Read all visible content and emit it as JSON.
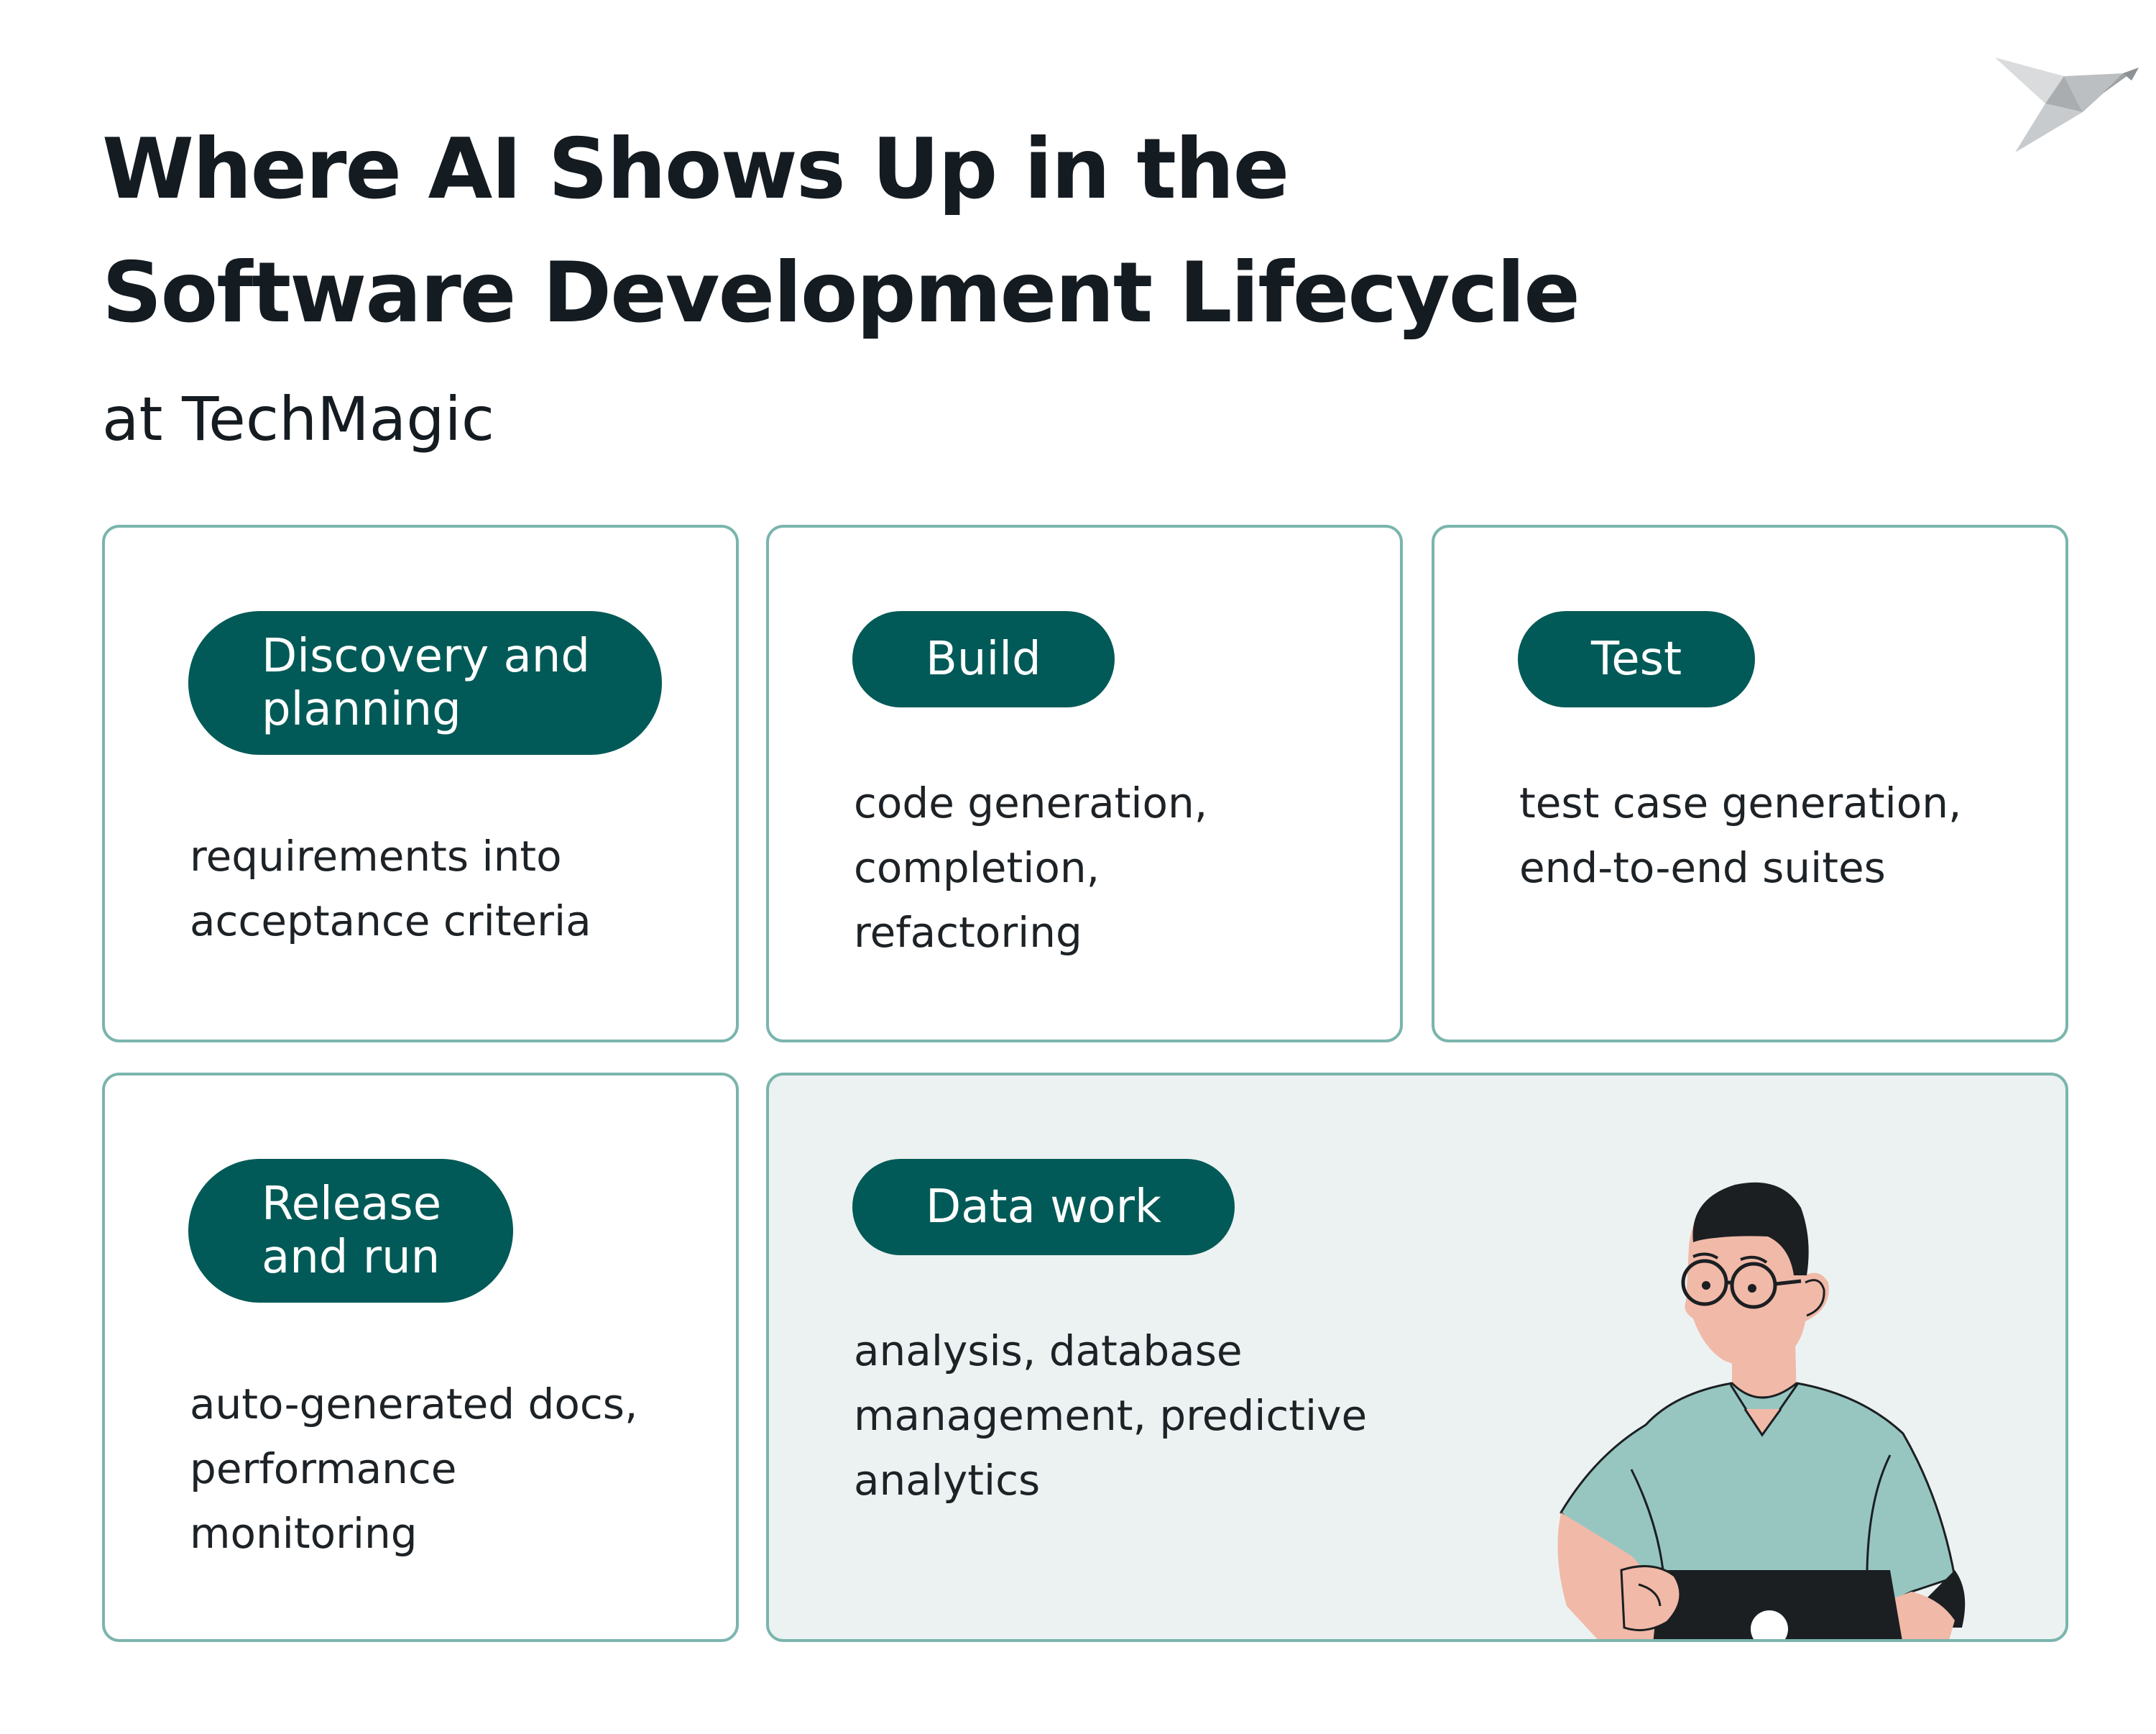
{
  "header": {
    "title_lines": [
      "Where AI Shows Up in the",
      "Software Development Lifecycle"
    ],
    "subtitle": "at TechMagic",
    "logo_icon": "origami-bird-icon"
  },
  "stages": [
    {
      "label_lines": [
        "Discovery and",
        "planning"
      ],
      "description_lines": [
        "requirements into",
        "acceptance criteria"
      ]
    },
    {
      "label_lines": [
        "Build"
      ],
      "description_lines": [
        "code generation,",
        "completion,",
        "refactoring"
      ]
    },
    {
      "label_lines": [
        "Test"
      ],
      "description_lines": [
        "test case generation,",
        "end-to-end suites"
      ]
    },
    {
      "label_lines": [
        "Release",
        "and run"
      ],
      "description_lines": [
        "auto-generated docs,",
        "performance",
        "monitoring"
      ]
    },
    {
      "label_lines": [
        "Data work"
      ],
      "description_lines": [
        "analysis, database",
        "management, predictive",
        "analytics"
      ]
    }
  ],
  "illustration": "person-with-laptop-illustration",
  "colors": {
    "pill": "#015a57",
    "card_border": "#7ab5ad",
    "shaded_card": "#ecf2f1",
    "title_text": "#141b21",
    "shirt": "#97c6c1",
    "skin": "#f1b9a8"
  }
}
